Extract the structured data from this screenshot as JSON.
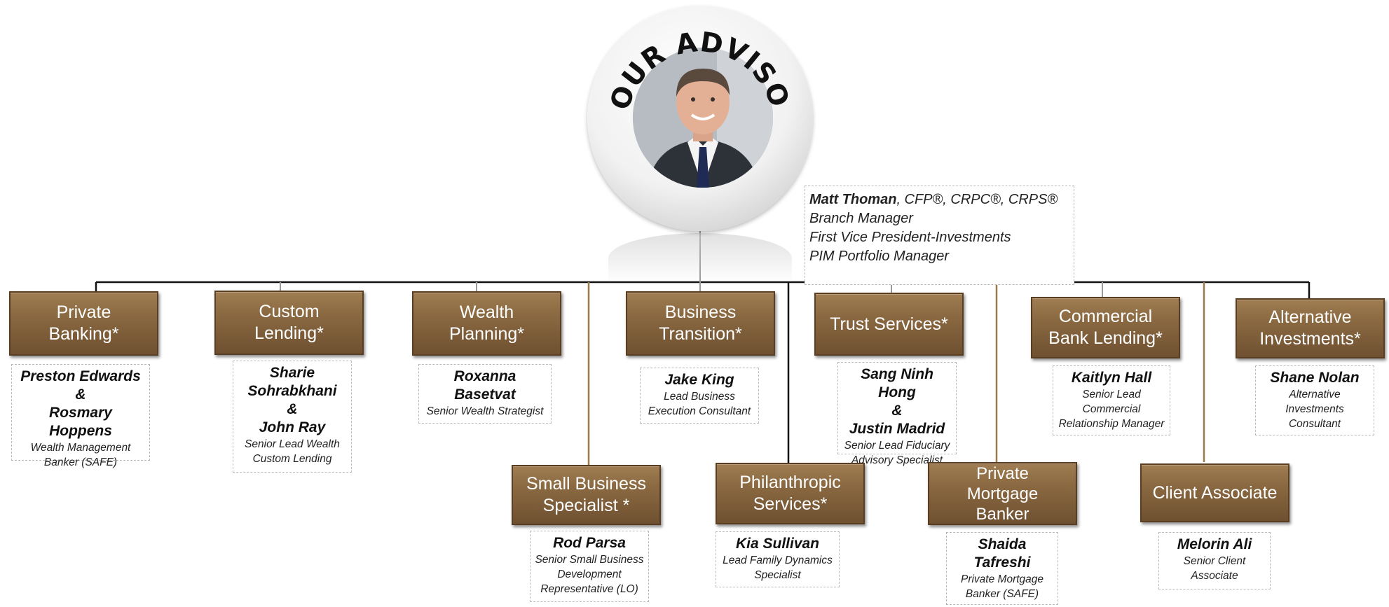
{
  "advisor": {
    "badge_label": "YOUR ADVISOR",
    "name": "Matt Thoman",
    "credentials": ", CFP®, CRPC®, CRPS®",
    "titles": [
      "Branch Manager",
      "First Vice President-Investments",
      "PIM Portfolio Manager"
    ]
  },
  "colors": {
    "box_brown": "#8b6a42",
    "box_border": "#5a3e22",
    "line_black": "#111111",
    "line_brown": "#9c7a4e",
    "line_gray": "#9a9a9a"
  },
  "departments": [
    {
      "label": "Private\nBanking*",
      "name": "Preston Edwards\n&\nRosmary  Hoppens",
      "title": "Wealth Management\nBanker (SAFE)"
    },
    {
      "label": "Custom\nLending*",
      "name": "Sharie\nSohrabkhani\n&\nJohn Ray",
      "title": "Senior Lead Wealth\nCustom Lending"
    },
    {
      "label": "Wealth\nPlanning*",
      "name": "Roxanna\nBasetvat",
      "title": "Senior Wealth Strategist"
    },
    {
      "label": "Business\nTransition*",
      "name": "Jake King",
      "title": "Lead Business\nExecution Consultant"
    },
    {
      "label": "Trust Services*",
      "name": "Sang Ninh Hong\n&\nJustin Madrid",
      "title": "Senior Lead Fiduciary\nAdvisory Specialist"
    },
    {
      "label": "Commercial\nBank Lending*",
      "name": "Kaitlyn Hall",
      "title": "Senior Lead\nCommercial\nRelationship Manager"
    },
    {
      "label": "Alternative\nInvestments*",
      "name": "Shane Nolan",
      "title": "Alternative\nInvestments\nConsultant"
    },
    {
      "label": "Small Business\nSpecialist *",
      "name": "Rod Parsa",
      "title": "Senior Small Business\nDevelopment\nRepresentative (LO)"
    },
    {
      "label": "Philanthropic\nServices*",
      "name": "Kia Sullivan",
      "title": "Lead Family Dynamics\nSpecialist"
    },
    {
      "label": "Private\nMortgage\nBanker",
      "name": "Shaida\nTafreshi",
      "title": "Private Mortgage\nBanker (SAFE)"
    },
    {
      "label": "Client Associate",
      "name": "Melorin Ali",
      "title": "Senior Client\nAssociate"
    }
  ]
}
